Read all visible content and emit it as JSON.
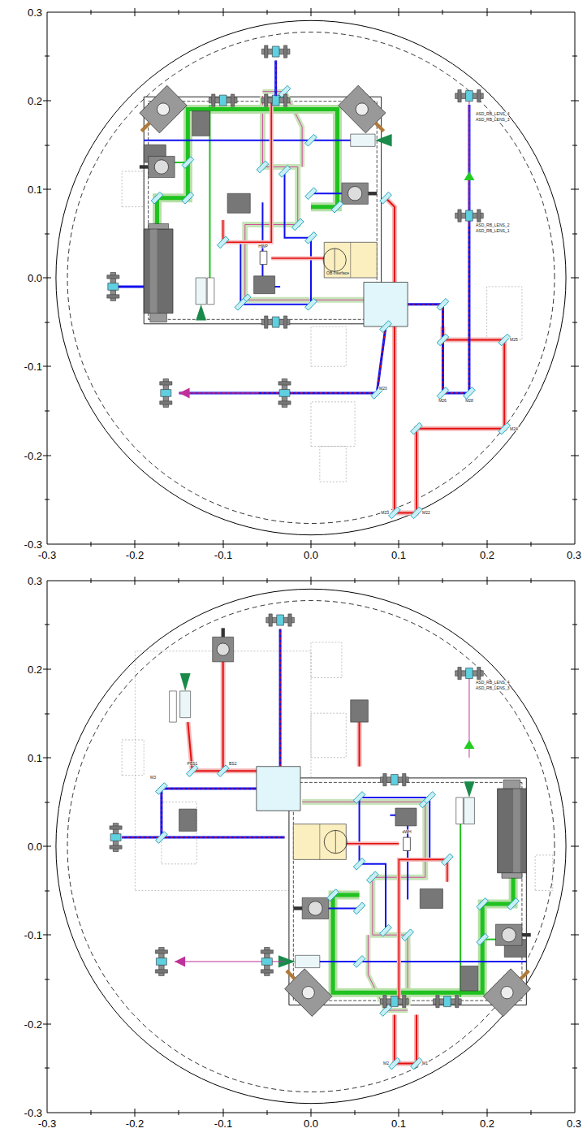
{
  "diagram": {
    "nodes": [
      {
        "text": [
          "OB Interface"
        ]
      }
    ],
    "labels": [
      "0.3",
      "0.2",
      "0.1",
      "0.0",
      "-0.1",
      "-0.2",
      "-0.3",
      "-0.3",
      "-0.2",
      "-0.1",
      "0.0",
      "0.1",
      "0.2",
      "0.3",
      "ASD_RB_LENS_4",
      "ASD_RB_LENS_3",
      "ASD_RB_LENS_2",
      "ASD_RB_LENS_1",
      "HWP",
      "M20",
      "M22",
      "M23",
      "M24",
      "M25",
      "M26",
      "M28",
      "0.3",
      "0.2",
      "0.1",
      "0.0",
      "-0.1",
      "-0.2",
      "-0.3",
      "-0.3",
      "-0.2",
      "-0.1",
      "0.0",
      "0.1",
      "0.2",
      "0.3",
      "ASD_RB_LENS_4",
      "ASD_RB_LENS_3",
      "dWH",
      "M1",
      "M2",
      "PBS1",
      "BS2",
      "M3"
    ]
  }
}
